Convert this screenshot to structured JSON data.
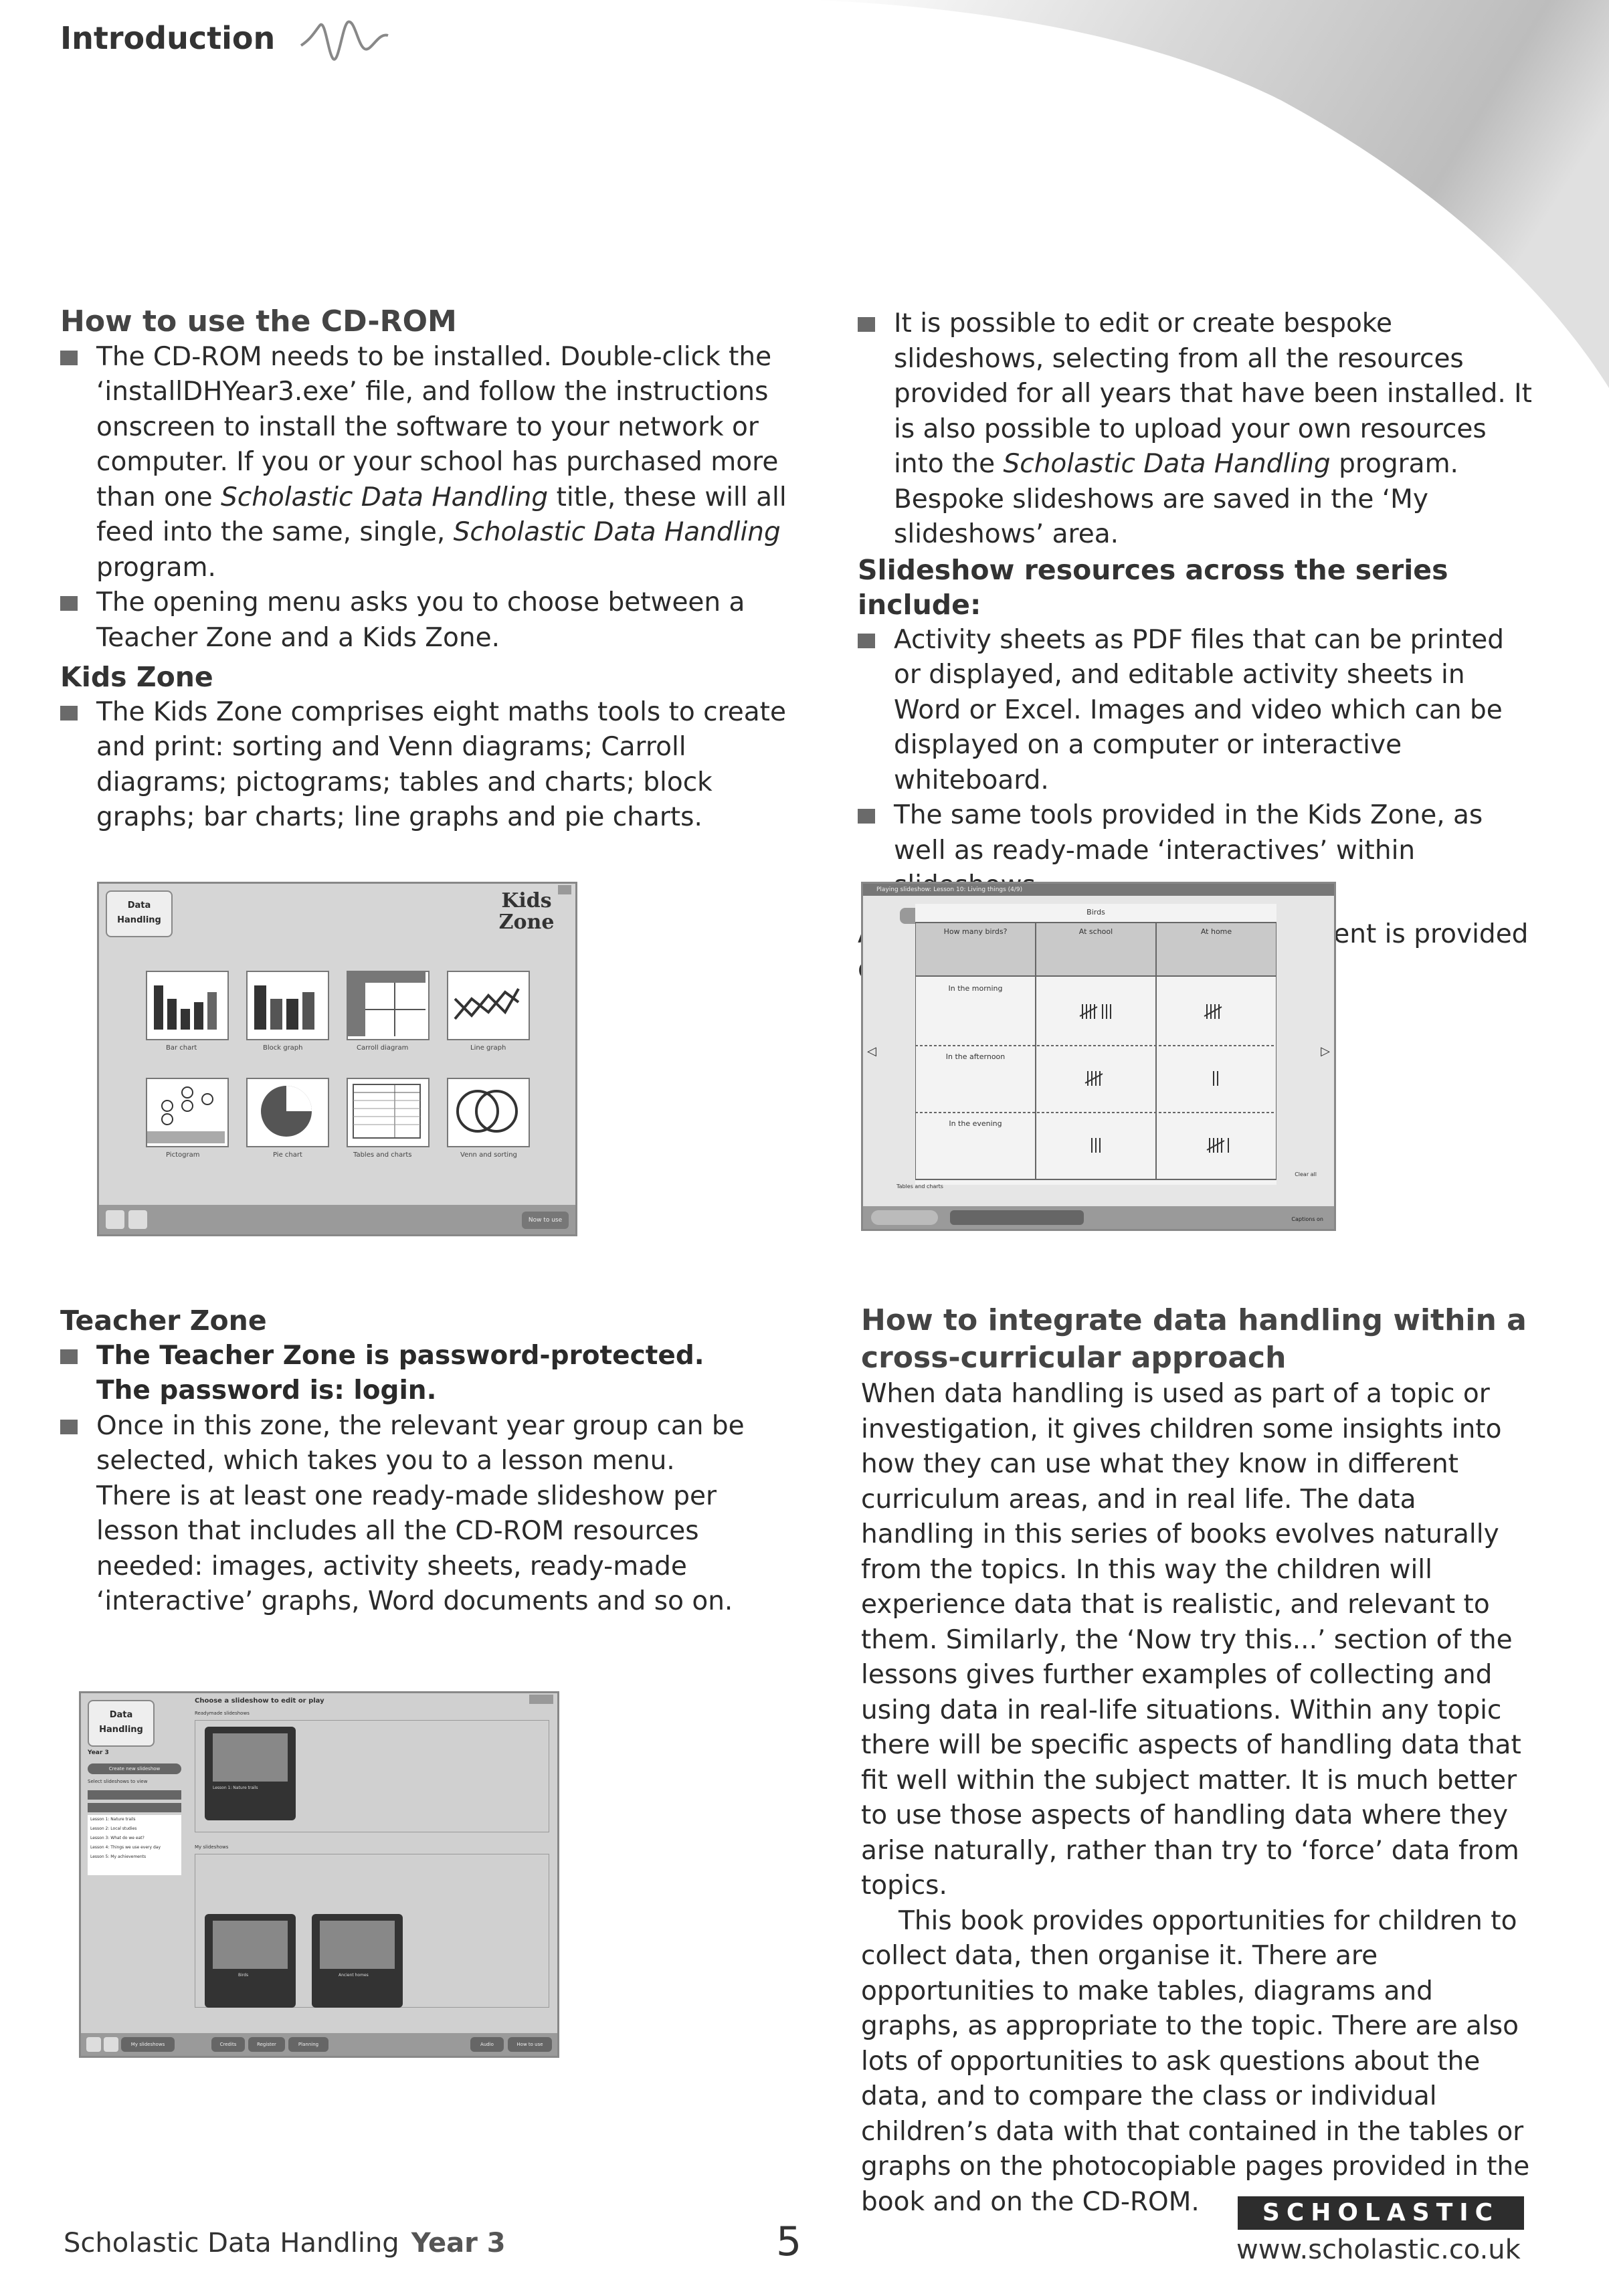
{
  "header": {
    "title": "Introduction"
  },
  "cdrom": {
    "heading": "How to use the CD-ROM",
    "bullet1_a": "The CD-ROM needs to be installed. Double-click the ‘installDHYear3.exe’ file, and follow the instructions onscreen to install the software to your network or computer. If you or your school has purchased more than one ",
    "bullet1_i1": "Scholastic Data Handling",
    "bullet1_b": " title, these will all feed into the same, single, ",
    "bullet1_i2": "Scholastic Data Handling",
    "bullet1_c": " program.",
    "bullet2": "The opening menu asks you to choose between a Teacher Zone and a Kids Zone."
  },
  "kids_zone": {
    "heading": "Kids Zone",
    "bullet": "The Kids Zone comprises eight maths tools to create and print: sorting and Venn diagrams; Carroll diagrams; pictograms; tables and charts; block graphs; bar charts; line graphs and pie charts."
  },
  "right_top": {
    "bullet_a": "It is possible to edit or create bespoke slideshows, selecting from all the resources provided for all years that have been installed. It is also possible to upload your own resources into the ",
    "bullet_i": "Scholastic Data Handling",
    "bullet_b": " program. Bespoke slideshows are saved in the ‘My slideshows’ area.",
    "resources_heading": "Slideshow resources across the series include:",
    "res1": "Activity sheets as PDF files that can be printed or displayed, and editable activity sheets in Word or Excel. Images and video which can be displayed on a computer or interactive whiteboard.",
    "res2": "The same tools provided in the Kids Zone, as well as ready-made ‘interactives’ within slideshows.",
    "note": "A more detailed ‘How to use’ document is provided on the CD-ROM."
  },
  "kids_shot": {
    "logo": "Data Handling",
    "zone_title": "Kids Zone",
    "tools": [
      "Bar chart",
      "Block graph",
      "Carroll diagram",
      "Line graph",
      "Pictogram",
      "Pie chart",
      "Tables and charts",
      "Venn and sorting"
    ],
    "next": "Now to use"
  },
  "slide_shot": {
    "bar": "Playing slideshow: Lesson 10: Living things (4/9)",
    "table_title": "Birds",
    "cols": [
      "How many birds?",
      "At school",
      "At home"
    ],
    "rows": [
      "In the morning",
      "In the afternoon",
      "In the evening"
    ],
    "footer_label": "Tables and charts",
    "clear": "Clear all",
    "captions": "Captions on"
  },
  "teacher_zone": {
    "heading": "Teacher Zone",
    "bullet1": "The Teacher Zone is password-protected. The password is: login.",
    "bullet2": "Once in this zone, the relevant year group can be selected, which takes you to a lesson menu. There is at least one ready-made slideshow per lesson that includes all the CD-ROM resources needed: images, activity sheets, ready-made ‘interactive’ graphs, Word documents and so on."
  },
  "teacher_shot": {
    "title": "Choose a slideshow to edit or play",
    "logo": "Data Handling",
    "year": "Year 3",
    "create": "Create new slideshow",
    "select": "Select slideshows to view",
    "readymade": "Readymade slideshows",
    "my": "My slideshows",
    "lessons": [
      "Lesson 1: Nature trails",
      "Lesson 2: Local studies",
      "Lesson 3: What do we eat?",
      "Lesson 4: Things we use every day",
      "Lesson 5: My achievements"
    ],
    "thumbs": [
      "Lesson 1: Nature trails",
      "Birds",
      "Ancient homes"
    ],
    "buttons": [
      "My slideshows",
      "Credits",
      "Register",
      "Planning",
      "Audio",
      "How to use"
    ]
  },
  "integrate": {
    "heading": "How to integrate data handling within a cross-curricular approach",
    "para1": "When data handling is used as part of a topic or investigation, it gives children some insights into how they can use what they know in different curriculum areas, and in real life. The data handling in this series of books evolves naturally from the topics. In this way the children will experience data that is realistic, and relevant to them. Similarly, the ‘Now try this...’ section of the lessons gives further examples of collecting and using data in real-life situations. Within any topic there will be specific aspects of handling data that fit well within the subject matter. It is much better to use those aspects of handling data where they arise naturally, rather than try to ‘force’ data from topics.",
    "para2": "This book provides opportunities for children to collect data, then organise it. There are opportunities to make tables, diagrams and graphs, as appropriate to the topic. There are also lots of opportunities to ask questions about the data, and to compare the class or individual children’s data with that contained in the tables or graphs on the photocopiable pages provided in the book and on the CD-ROM."
  },
  "footer": {
    "series": "Scholastic Data Handling",
    "year": "Year 3",
    "page": "5",
    "publisher": "SCHOLASTIC",
    "url": "www.scholastic.co.uk"
  }
}
